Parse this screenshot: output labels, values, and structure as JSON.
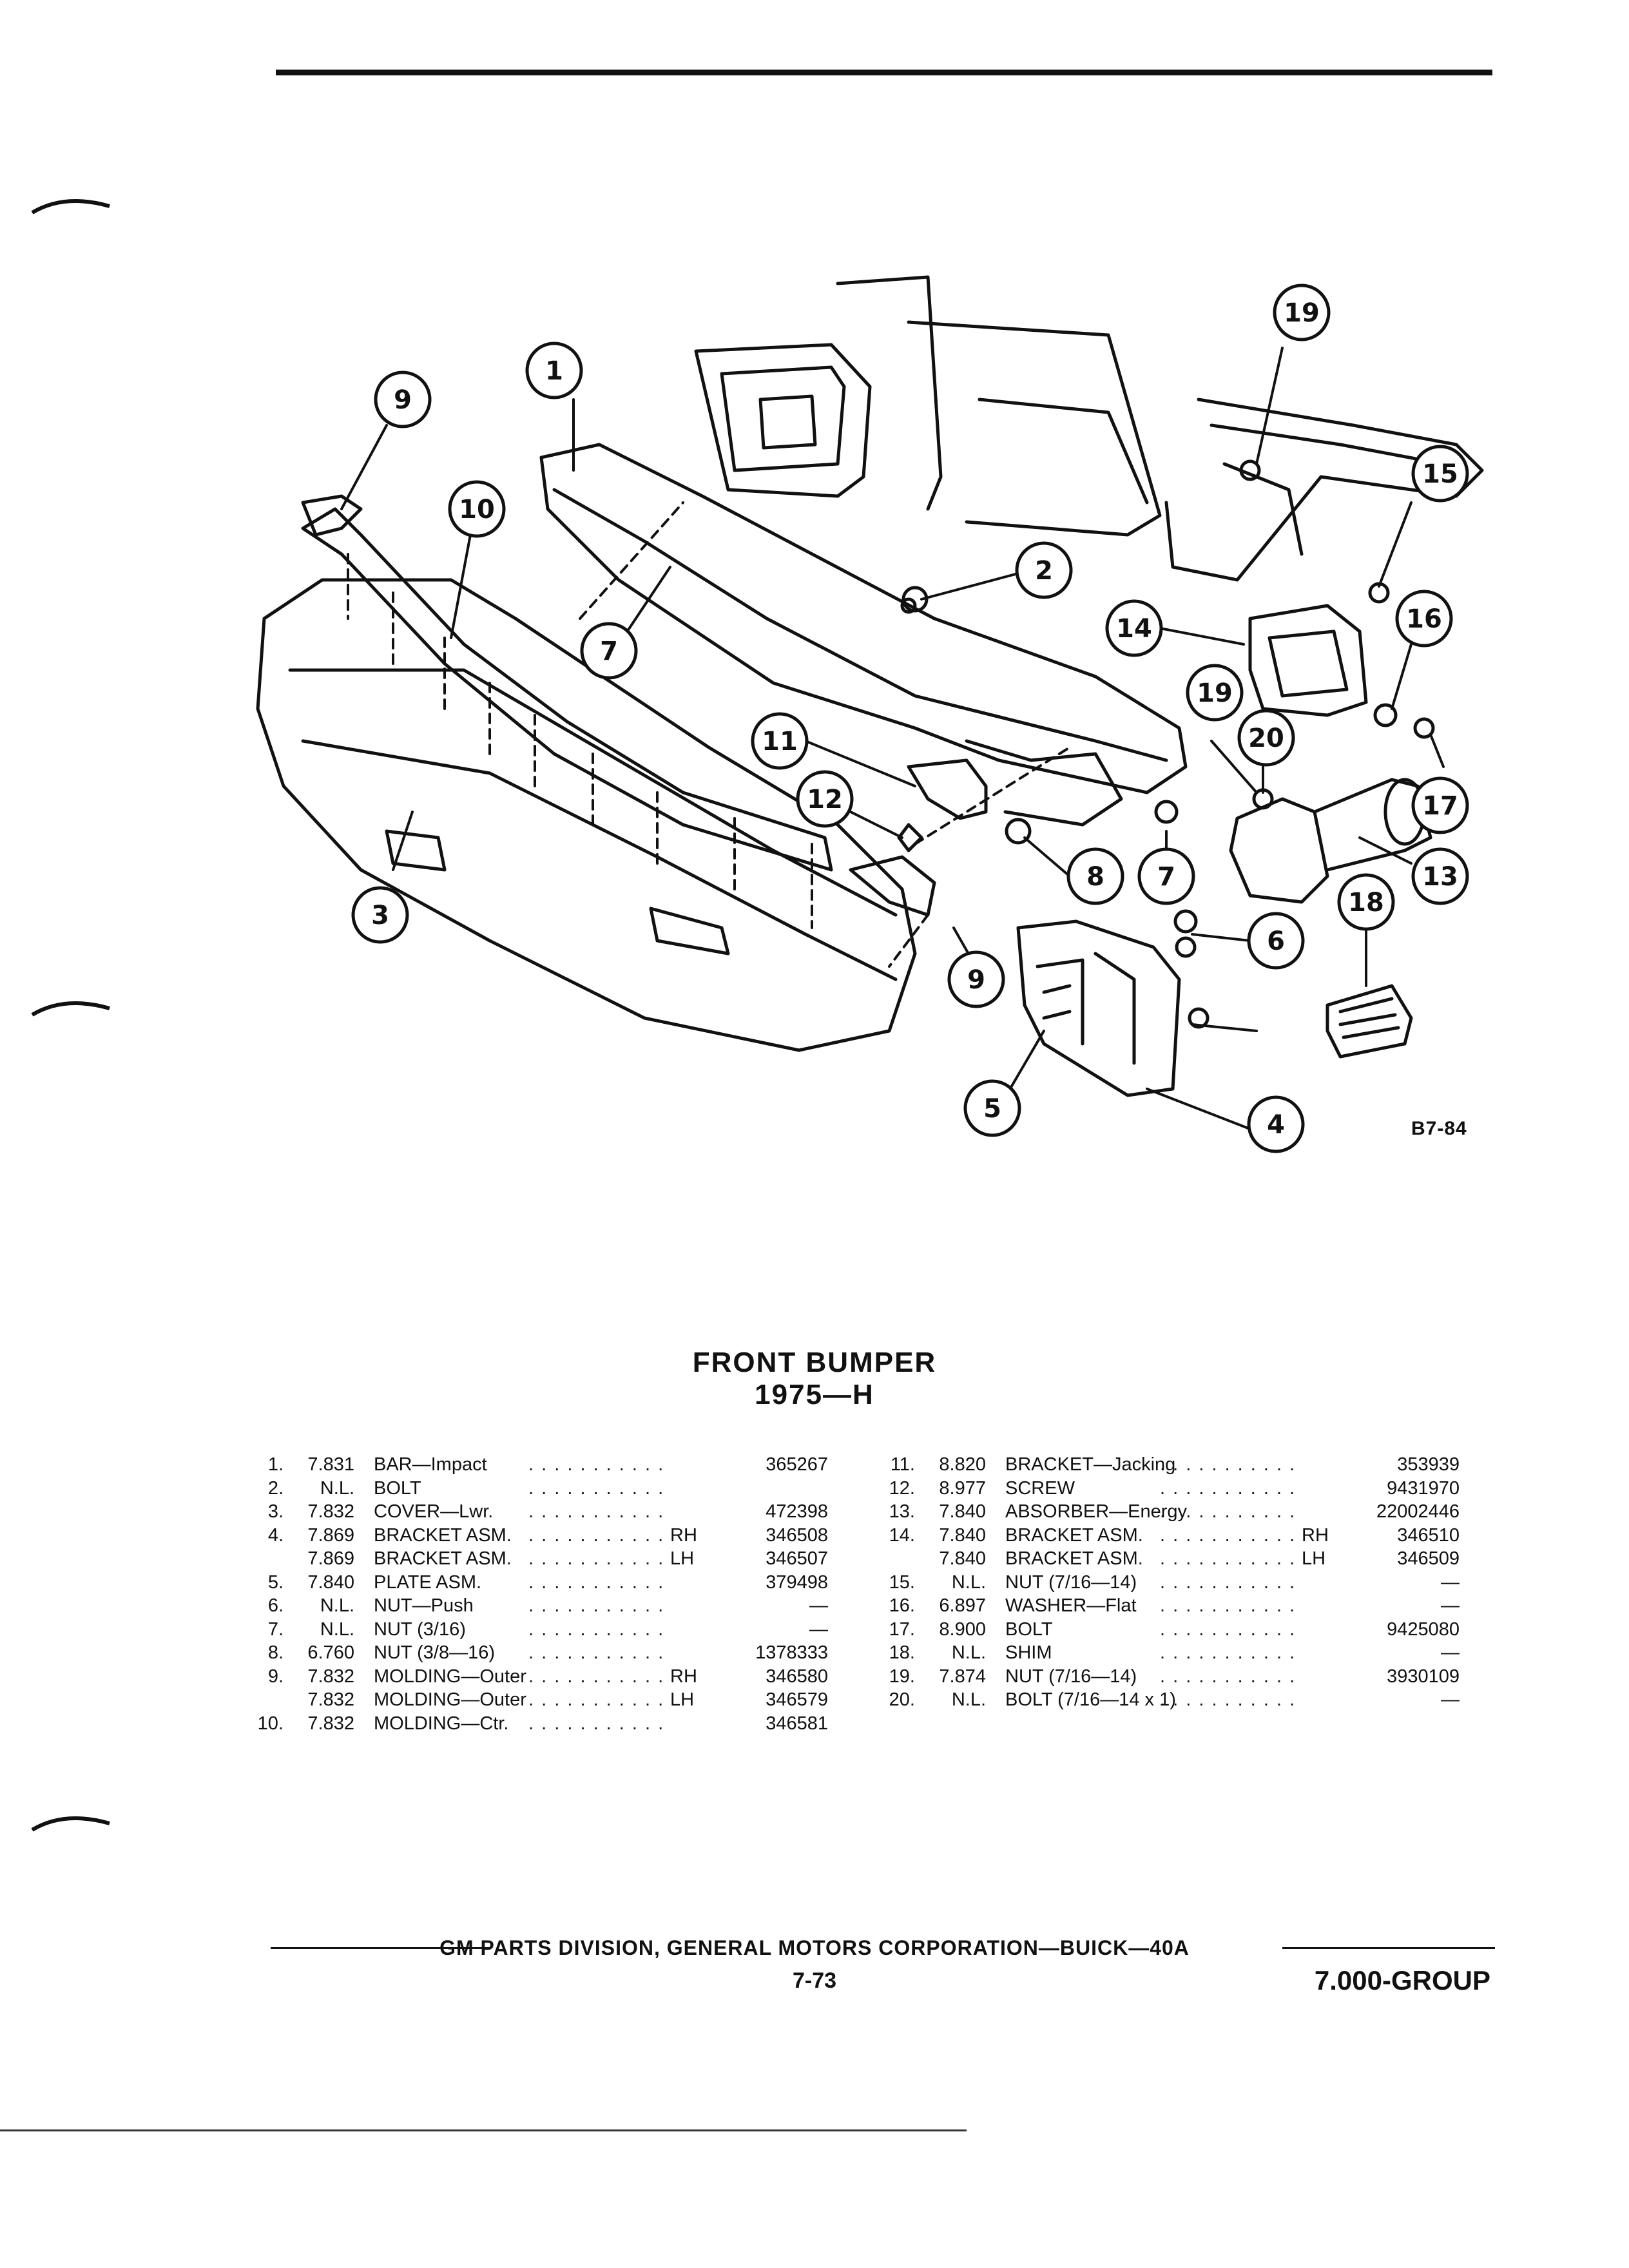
{
  "figure_code": "B7-84",
  "callouts": [
    "1",
    "2",
    "3",
    "4",
    "5",
    "6",
    "7",
    "8",
    "9",
    "10",
    "11",
    "12",
    "13",
    "14",
    "15",
    "16",
    "17",
    "18",
    "19",
    "20"
  ],
  "title": {
    "line1": "FRONT BUMPER",
    "line2": "1975—H"
  },
  "parts_left": [
    {
      "item": "1.",
      "code": "7.831",
      "desc": "BAR—Impact",
      "side": "",
      "part": "365267"
    },
    {
      "item": "2.",
      "code": "N.L.",
      "desc": "BOLT",
      "side": "",
      "part": ""
    },
    {
      "item": "3.",
      "code": "7.832",
      "desc": "COVER—Lwr.",
      "side": "",
      "part": "472398"
    },
    {
      "item": "4.",
      "code": "7.869",
      "desc": "BRACKET ASM.",
      "side": "RH",
      "part": "346508"
    },
    {
      "item": "",
      "code": "7.869",
      "desc": "BRACKET ASM.",
      "side": "LH",
      "part": "346507"
    },
    {
      "item": "5.",
      "code": "7.840",
      "desc": "PLATE ASM.",
      "side": "",
      "part": "379498"
    },
    {
      "item": "6.",
      "code": "N.L.",
      "desc": "NUT—Push",
      "side": "",
      "part": "—"
    },
    {
      "item": "7.",
      "code": "N.L.",
      "desc": "NUT (3/16)",
      "side": "",
      "part": "—"
    },
    {
      "item": "8.",
      "code": "6.760",
      "desc": "NUT (3/8—16)",
      "side": "",
      "part": "1378333"
    },
    {
      "item": "9.",
      "code": "7.832",
      "desc": "MOLDING—Outer",
      "side": "RH",
      "part": "346580"
    },
    {
      "item": "",
      "code": "7.832",
      "desc": "MOLDING—Outer",
      "side": "LH",
      "part": "346579"
    },
    {
      "item": "10.",
      "code": "7.832",
      "desc": "MOLDING—Ctr.",
      "side": "",
      "part": "346581"
    }
  ],
  "parts_right": [
    {
      "item": "11.",
      "code": "8.820",
      "desc": "BRACKET—Jacking",
      "side": "",
      "part": "353939"
    },
    {
      "item": "12.",
      "code": "8.977",
      "desc": "SCREW",
      "side": "",
      "part": "9431970"
    },
    {
      "item": "13.",
      "code": "7.840",
      "desc": "ABSORBER—Energy",
      "side": "",
      "part": "22002446"
    },
    {
      "item": "14.",
      "code": "7.840",
      "desc": "BRACKET ASM.",
      "side": "RH",
      "part": "346510"
    },
    {
      "item": "",
      "code": "7.840",
      "desc": "BRACKET ASM.",
      "side": "LH",
      "part": "346509"
    },
    {
      "item": "15.",
      "code": "N.L.",
      "desc": "NUT (7/16—14)",
      "side": "",
      "part": "—"
    },
    {
      "item": "16.",
      "code": "6.897",
      "desc": "WASHER—Flat",
      "side": "",
      "part": "—"
    },
    {
      "item": "17.",
      "code": "8.900",
      "desc": "BOLT",
      "side": "",
      "part": "9425080"
    },
    {
      "item": "18.",
      "code": "N.L.",
      "desc": "SHIM",
      "side": "",
      "part": "—"
    },
    {
      "item": "19.",
      "code": "7.874",
      "desc": "NUT (7/16—14)",
      "side": "",
      "part": "3930109"
    },
    {
      "item": "20.",
      "code": "N.L.",
      "desc": "BOLT (7/16—14 x 1)",
      "side": "",
      "part": "—"
    }
  ],
  "footer": {
    "text": "GM PARTS DIVISION, GENERAL MOTORS CORPORATION—BUICK—40A",
    "page": "7-73",
    "group": "7.000-GROUP"
  }
}
